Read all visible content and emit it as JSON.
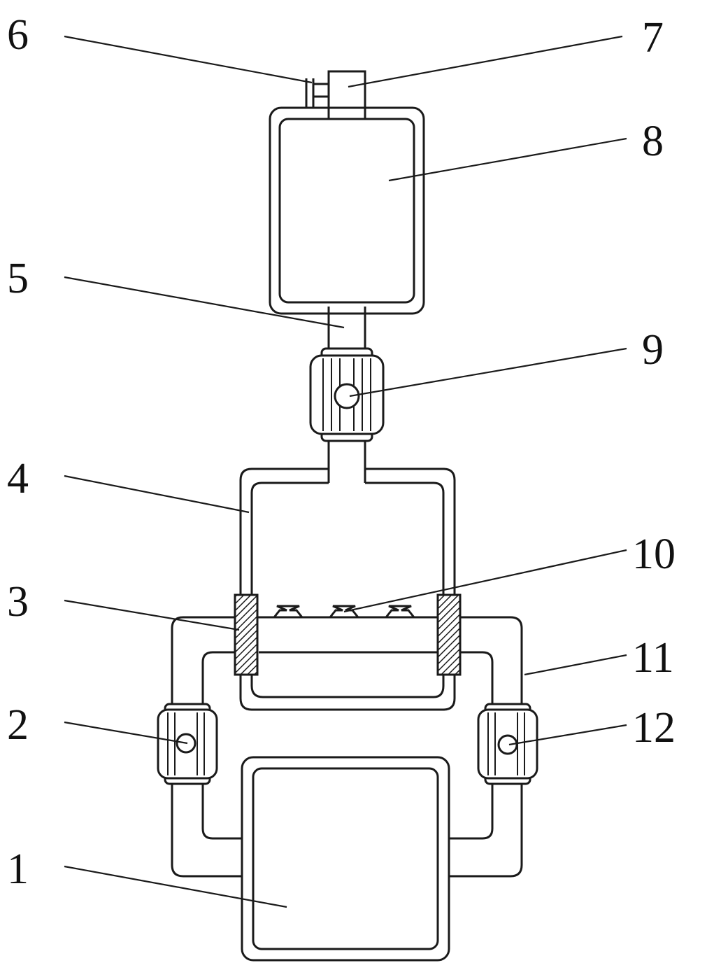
{
  "labels": [
    {
      "id": "label-1",
      "text": "1"
    },
    {
      "id": "label-2",
      "text": "2"
    },
    {
      "id": "label-3",
      "text": "3"
    },
    {
      "id": "label-4",
      "text": "4"
    },
    {
      "id": "label-5",
      "text": "5"
    },
    {
      "id": "label-6",
      "text": "6"
    },
    {
      "id": "label-7",
      "text": "7"
    },
    {
      "id": "label-8",
      "text": "8"
    },
    {
      "id": "label-9",
      "text": "9"
    },
    {
      "id": "label-10",
      "text": "10"
    },
    {
      "id": "label-11",
      "text": "11"
    },
    {
      "id": "label-12",
      "text": "12"
    }
  ],
  "colors": {
    "stroke": "#1a1a1a",
    "background": "#ffffff",
    "text": "#111111"
  }
}
